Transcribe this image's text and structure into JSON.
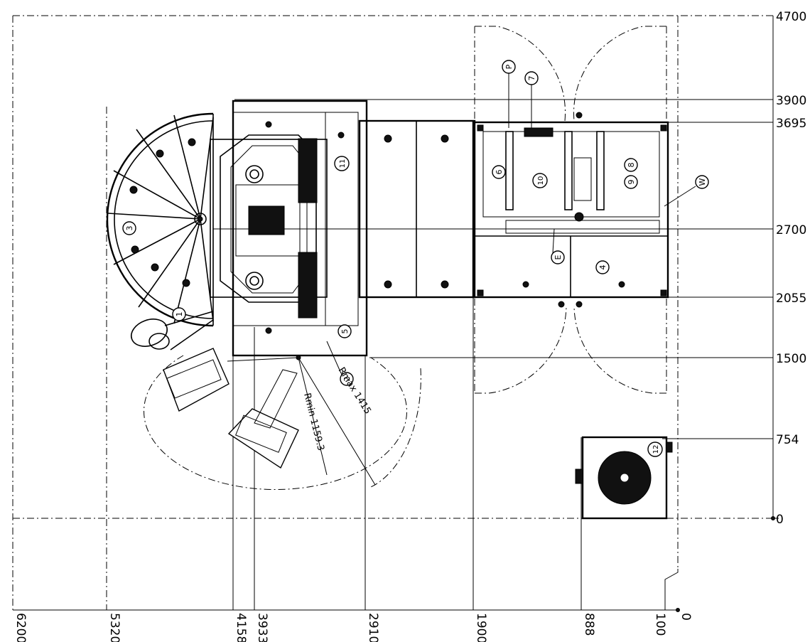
{
  "dimensions": {
    "right": [
      {
        "id": "y4700",
        "label": "4700"
      },
      {
        "id": "y3900",
        "label": "3900"
      },
      {
        "id": "y3695",
        "label": "3695"
      },
      {
        "id": "y2700",
        "label": "2700"
      },
      {
        "id": "y2055",
        "label": "2055"
      },
      {
        "id": "y1500",
        "label": "1500"
      },
      {
        "id": "y754",
        "label": "754"
      },
      {
        "id": "y0",
        "label": "0"
      }
    ],
    "bottom": [
      {
        "id": "x6200",
        "label": "6200"
      },
      {
        "id": "x5320",
        "label": "5320"
      },
      {
        "id": "x4158",
        "label": "4158"
      },
      {
        "id": "x3933",
        "label": "3933"
      },
      {
        "id": "x2910",
        "label": "2910"
      },
      {
        "id": "x1900",
        "label": "1900"
      },
      {
        "id": "x888",
        "label": "888"
      },
      {
        "id": "x100",
        "label": "100"
      },
      {
        "id": "x0",
        "label": "0"
      }
    ]
  },
  "balloons": {
    "b1": "1",
    "b2": "2",
    "b3": "3",
    "b4": "4",
    "b5": "5",
    "b6": "6",
    "b7": "7",
    "b8": "8",
    "b9": "9",
    "b10": "10",
    "b11": "11",
    "b12": "12",
    "bP": "P",
    "bE": "E",
    "bW": "W"
  },
  "radius_labels": {
    "rmin": "Rmin 1159.3",
    "rmax": "Rmax 1415"
  }
}
